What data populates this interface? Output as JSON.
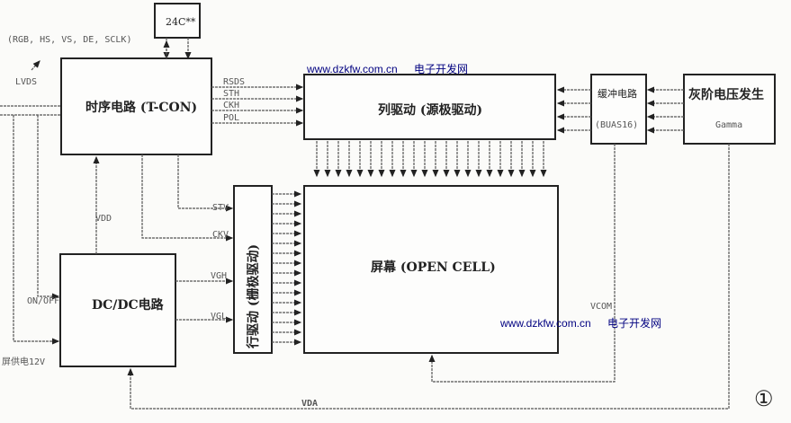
{
  "inputs": {
    "signals": "(RGB, HS, VS, DE, SCLK)",
    "lvds": "LVDS",
    "on_off": "ON/OFF",
    "power": "屏供电12V"
  },
  "eeprom": "24C**",
  "tcon": "时序电路 (T-CON)",
  "tcon_signals": [
    "RSDS",
    "STH",
    "CKH",
    "POL"
  ],
  "column_driver": "列驱动 (源极驱动)",
  "buffer": {
    "title": "缓冲电路",
    "part": "(BUAS16)"
  },
  "gamma": {
    "title": "灰阶电压发生",
    "sub": "Gamma"
  },
  "row_driver": "行驱动 (栅极驱动)",
  "row_signals": {
    "stv": "STV",
    "ckv": "CKV"
  },
  "screen": "屏幕 (OPEN CELL)",
  "dcdc": "DC/DC电路",
  "rails": {
    "vdd": "VDD",
    "vgh": "VGH",
    "vgl": "VGL",
    "vcom": "VCOM",
    "vda": "VDA"
  },
  "figure_number": "①",
  "watermarks": [
    {
      "url": "www.dzkfw.com.cn",
      "name": "电子开发网"
    },
    {
      "url": "www.dzkfw.com.cn",
      "name": "电子开发网"
    }
  ]
}
